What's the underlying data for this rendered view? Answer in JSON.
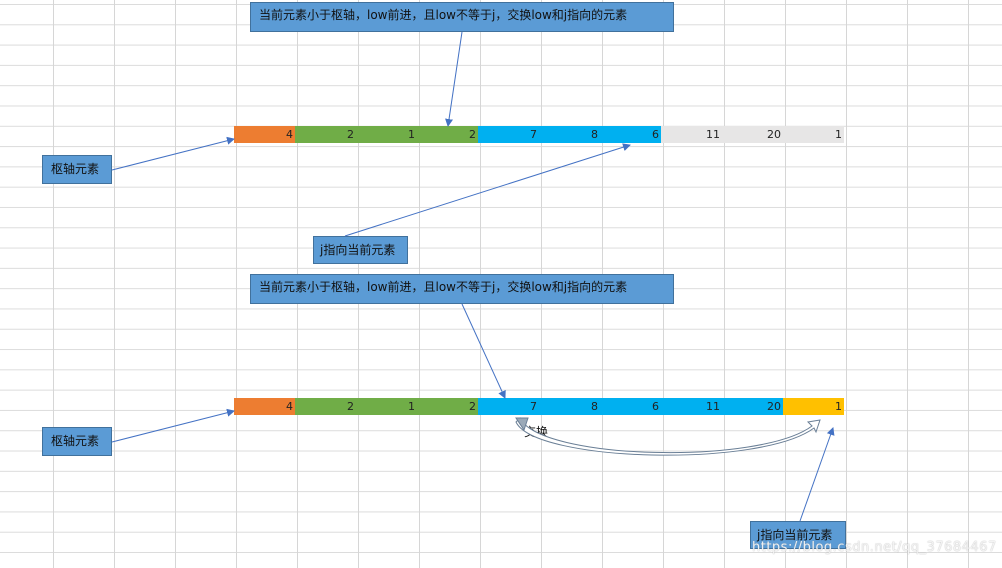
{
  "top": {
    "callout": "当前元素小于枢轴，low前进，且low不等于j，交换low和j指向的元素",
    "pivot_label": "枢轴元素",
    "j_label": "j指向当前元素",
    "cells": [
      "4",
      "2",
      "1",
      "2",
      "7",
      "8",
      "6",
      "11",
      "20",
      "1"
    ]
  },
  "bottom": {
    "callout": "当前元素小于枢轴，low前进，且low不等于j，交换low和j指向的元素",
    "pivot_label": "枢轴元素",
    "swap_label": "交换",
    "j_label": "j指向当前元素",
    "cells": [
      "4",
      "2",
      "1",
      "2",
      "7",
      "8",
      "6",
      "11",
      "20",
      "1"
    ]
  },
  "watermark": "https://blog.csdn.net/qq_37684467",
  "colors": {
    "pivot": "#ed7d31",
    "less": "#70ad47",
    "greater": "#00b0f0",
    "unvisited": "#e7e6e6",
    "current": "#ffc000",
    "callout": "#5b9bd5",
    "arrow": "#4472c4"
  }
}
